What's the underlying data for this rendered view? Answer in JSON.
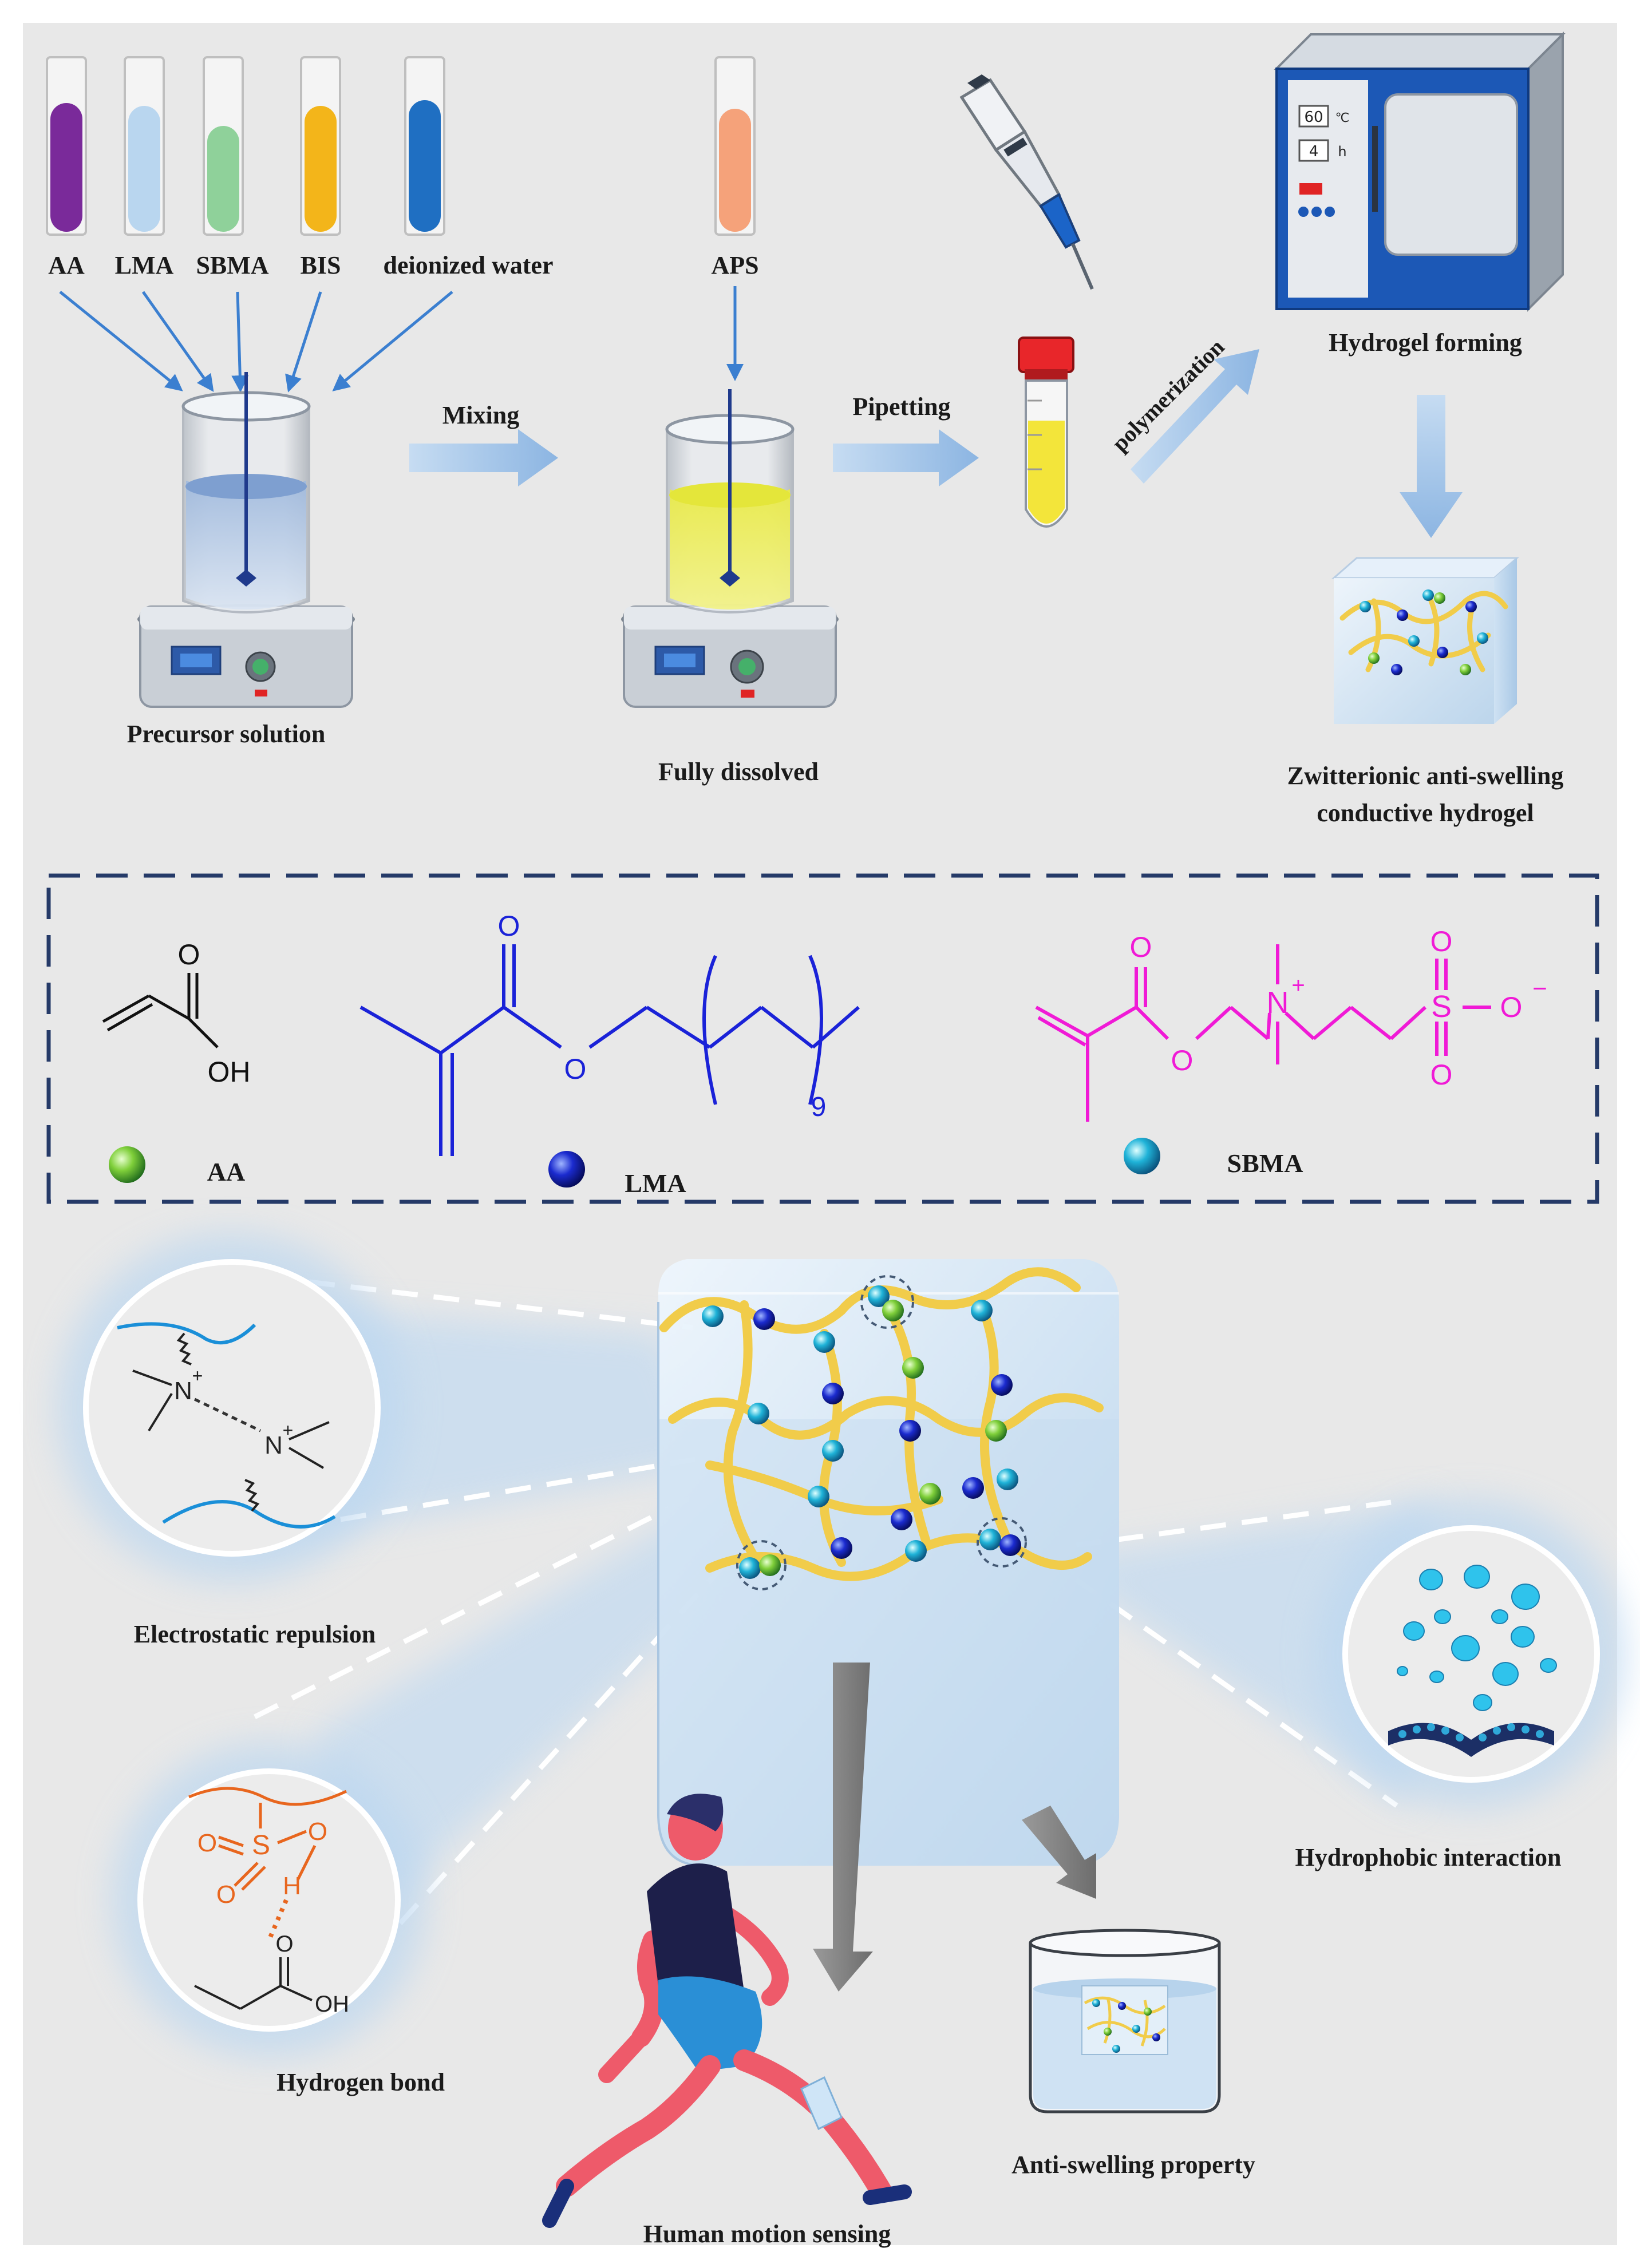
{
  "colors": {
    "background": "#e8e8e8",
    "arrow_blue": "#9fc2e6",
    "gel_yellow": "#f1cc4a",
    "lma_blue": "#1a22d8",
    "sbma_magenta": "#f01ad6",
    "hbond_orange": "#e8661e",
    "tube_purple": "#7a2a9a",
    "tube_lightblue": "#b9d6ef",
    "tube_green": "#8fd19a",
    "tube_yellow": "#f3b51a",
    "tube_blue": "#1f6fc2",
    "tube_orange": "#f5a27a"
  },
  "top": {
    "tube_labels": [
      "AA",
      "LMA",
      "SBMA",
      "BIS",
      "deionized water"
    ],
    "aps_label": "APS",
    "mixing_label": "Mixing",
    "pipetting_label": "Pipetting",
    "polymerization_label": "polymerization",
    "precursor_label": "Precursor solution",
    "dissolved_label": "Fully dissolved",
    "oven_label": "Hydrogel forming",
    "oven_temp": "60",
    "oven_temp_unit": "℃",
    "oven_time": "4",
    "oven_time_unit": "h",
    "product_label_1": "Zwitterionic anti-swelling",
    "product_label_2": "conductive hydrogel"
  },
  "monomers": {
    "aa_oh": "OH",
    "aa_o": "O",
    "lma_o_carbonyl": "O",
    "lma_o_ester": "O",
    "lma_subscript": "9",
    "sbma_o_carbonyl": "O",
    "sbma_o_ester": "O",
    "sbma_n": "N",
    "sbma_plus": "+",
    "sbma_s": "S",
    "sbma_o_top": "O",
    "sbma_o_bottom": "O",
    "sbma_o_minus": "O",
    "sbma_minus": "−",
    "legend": [
      "AA",
      "LMA",
      "SBMA"
    ]
  },
  "mechanisms": {
    "electrostatic_label": "Electrostatic repulsion",
    "hydrogen_label": "Hydrogen bond",
    "hydrophobic_label": "Hydrophobic interaction",
    "human_label": "Human motion sensing",
    "antiswelling_label": "Anti-swelling property",
    "n_plus": "N",
    "plus": "+",
    "h_s": "S",
    "h_o": "O",
    "h_h": "H",
    "h_oh": "OH"
  }
}
